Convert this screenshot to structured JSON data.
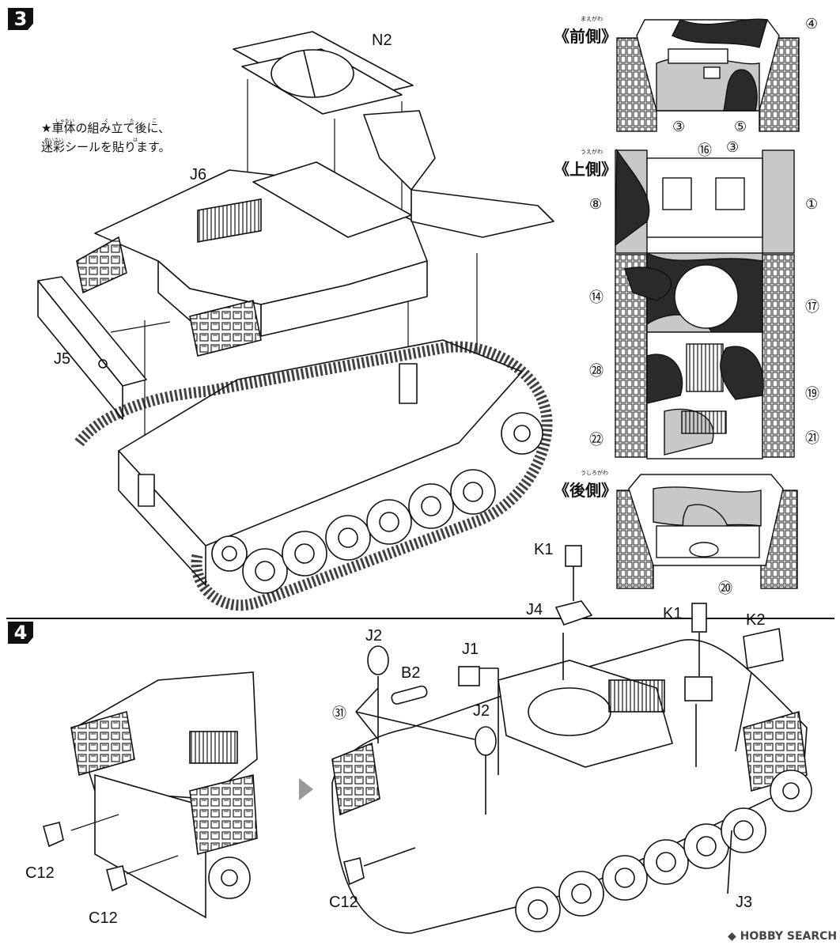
{
  "steps": {
    "step3": "3",
    "step4": "4"
  },
  "note": {
    "line1": "★車体の組み立て後に、",
    "line2": "迷彩シールを貼ります。",
    "ruby_shatai": "しゃたい",
    "ruby_kumi": "く",
    "ruby_tate": "た",
    "ruby_ato": "ご",
    "ruby_meisai": "めいさい",
    "ruby_ha": "は"
  },
  "views": {
    "front": {
      "title": "《前側》",
      "ruby": "まえがわ"
    },
    "top": {
      "title": "《上側》",
      "ruby": "うえがわ"
    },
    "rear": {
      "title": "《後側》",
      "ruby": "うしろがわ"
    }
  },
  "part_labels": {
    "n2": "N2",
    "j6": "J6",
    "j5": "J5",
    "k1_a": "K1",
    "j4": "J4",
    "k1_b": "K1",
    "k2": "K2",
    "j2_a": "J2",
    "j1": "J1",
    "b2": "B2",
    "j2_b": "J2",
    "j3": "J3",
    "c12_a": "C12",
    "c12_b": "C12",
    "c12_c": "C12"
  },
  "decal_labels": {
    "d4": "④",
    "d3a": "③",
    "d5": "⑤",
    "d16": "⑯",
    "d3b": "③",
    "d8": "⑧",
    "d1": "①",
    "d14": "⑭",
    "d17": "⑰",
    "d28": "㉘",
    "d19": "⑲",
    "d22": "㉒",
    "d21": "㉑",
    "d20": "⑳",
    "d31": "㉛"
  },
  "watermark": {
    "text": "HOBBY SEARCH",
    "icon": "hobby-search-logo-icon"
  },
  "colors": {
    "ink": "#111111",
    "camo_dark": "#2a2a2a",
    "camo_light": "#c8c8c8",
    "arrow": "#999999"
  }
}
